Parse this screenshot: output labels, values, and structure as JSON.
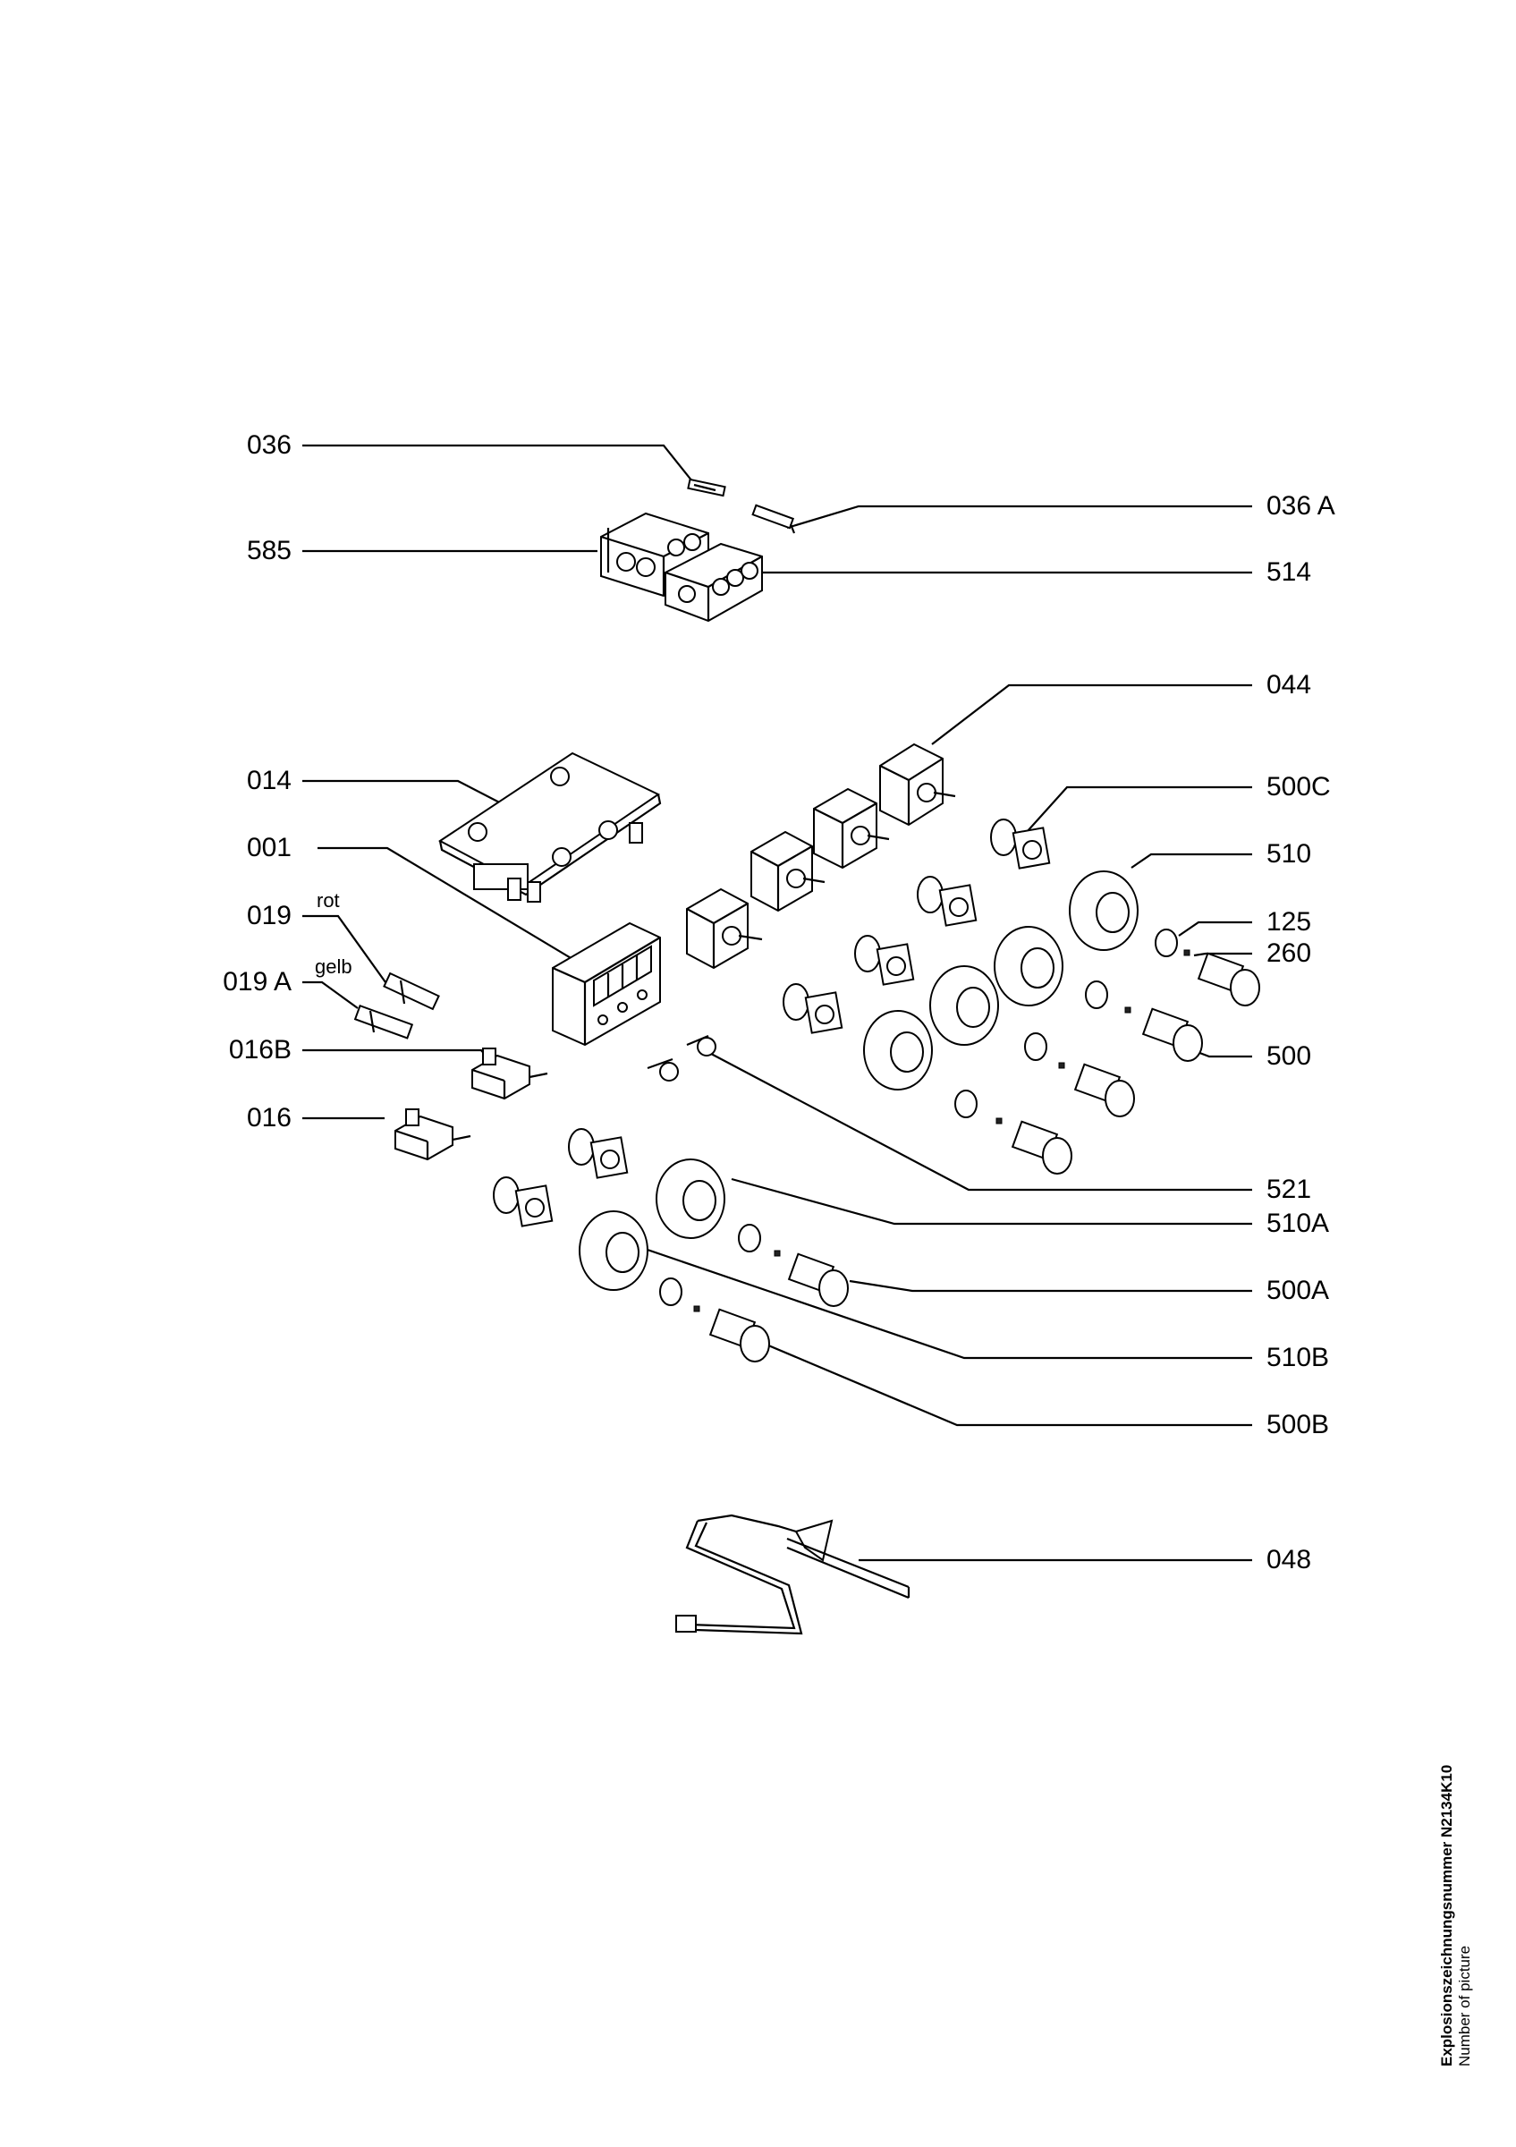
{
  "diagram": {
    "labels_left": {
      "l036": "036",
      "l585": "585",
      "l014": "014",
      "l001": "001",
      "l019": "019",
      "l019a": "019 A",
      "l016b": "016B",
      "l016": "016"
    },
    "labels_right": {
      "r036a": "036 A",
      "r514": "514",
      "r044": "044",
      "r500c": "500C",
      "r510": "510",
      "r125": "125",
      "r260": "260",
      "r500": "500",
      "r521": "521",
      "r510a": "510A",
      "r500a": "500A",
      "r510b": "510B",
      "r500b": "500B",
      "r048": "048"
    },
    "wire_colors": {
      "rot": "rot",
      "gelb": "gelb"
    }
  },
  "caption": {
    "title": "Explosionszeichnungsnummer N2134K10",
    "subtitle": "Number of picture"
  }
}
